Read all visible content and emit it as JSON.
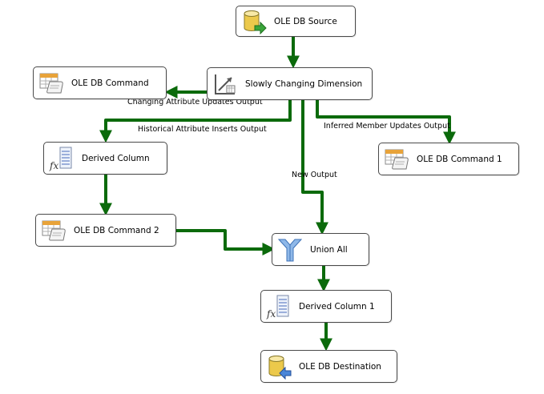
{
  "nodes": {
    "ole_db_source": {
      "label": "OLE DB Source",
      "icon": "database-source-icon"
    },
    "scd": {
      "label": "Slowly Changing Dimension",
      "icon": "scd-icon"
    },
    "ole_db_command": {
      "label": "OLE DB Command",
      "icon": "table-scroll-icon"
    },
    "derived_column": {
      "label": "Derived Column",
      "icon": "fx-icon"
    },
    "ole_db_command_1": {
      "label": "OLE DB Command 1",
      "icon": "table-scroll-icon"
    },
    "ole_db_command_2": {
      "label": "OLE DB Command 2",
      "icon": "table-scroll-icon"
    },
    "union_all": {
      "label": "Union All",
      "icon": "union-funnel-icon"
    },
    "derived_column_1": {
      "label": "Derived Column 1",
      "icon": "fx-icon"
    },
    "ole_db_destination": {
      "label": "OLE DB Destination",
      "icon": "database-destination-icon"
    }
  },
  "flows": {
    "changing": "Changing Attribute Updates Output",
    "historical": "Historical Attribute Inserts Output",
    "inferred": "Inferred Member Updates Output",
    "new_output": "New Output"
  },
  "colors": {
    "path": "#0b6a0b",
    "node_border": "#4a4a4a",
    "background": "#ffffff"
  }
}
